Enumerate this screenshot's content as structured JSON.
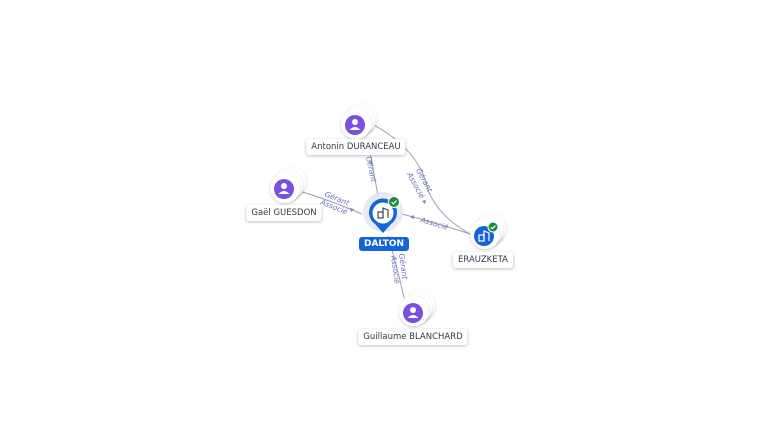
{
  "colors": {
    "person": "#7b4fe0",
    "company": "#1565d8",
    "check": "#1e8a3c",
    "edge": "#9aa0b2",
    "edge_label": "#6b72b8"
  },
  "nodes": {
    "dalton": {
      "label": "DALTON",
      "icon": "building-icon",
      "status": "check-badge-icon"
    },
    "duranceau": {
      "label": "Antonin DURANCEAU",
      "icon": "person-icon"
    },
    "guesdon": {
      "label": "Gaël GUESDON",
      "icon": "person-icon"
    },
    "blanchard": {
      "label": "Guillaume BLANCHARD",
      "icon": "person-icon"
    },
    "erauzketa": {
      "label": "ERAUZKETA",
      "icon": "building-icon",
      "status": "check-badge-icon"
    }
  },
  "edges": {
    "duranceau_dalton": {
      "role1": "Gérant"
    },
    "guesdon_dalton": {
      "role1": "Gérant",
      "role2": "Associé"
    },
    "blanchard_dalton": {
      "role1": "Gérant",
      "role2": "Associé"
    },
    "erauzketa_dalton": {
      "role1": "Associé"
    },
    "duranceau_erauzketa": {
      "role1": "Gérant",
      "role2": "Associé"
    }
  }
}
